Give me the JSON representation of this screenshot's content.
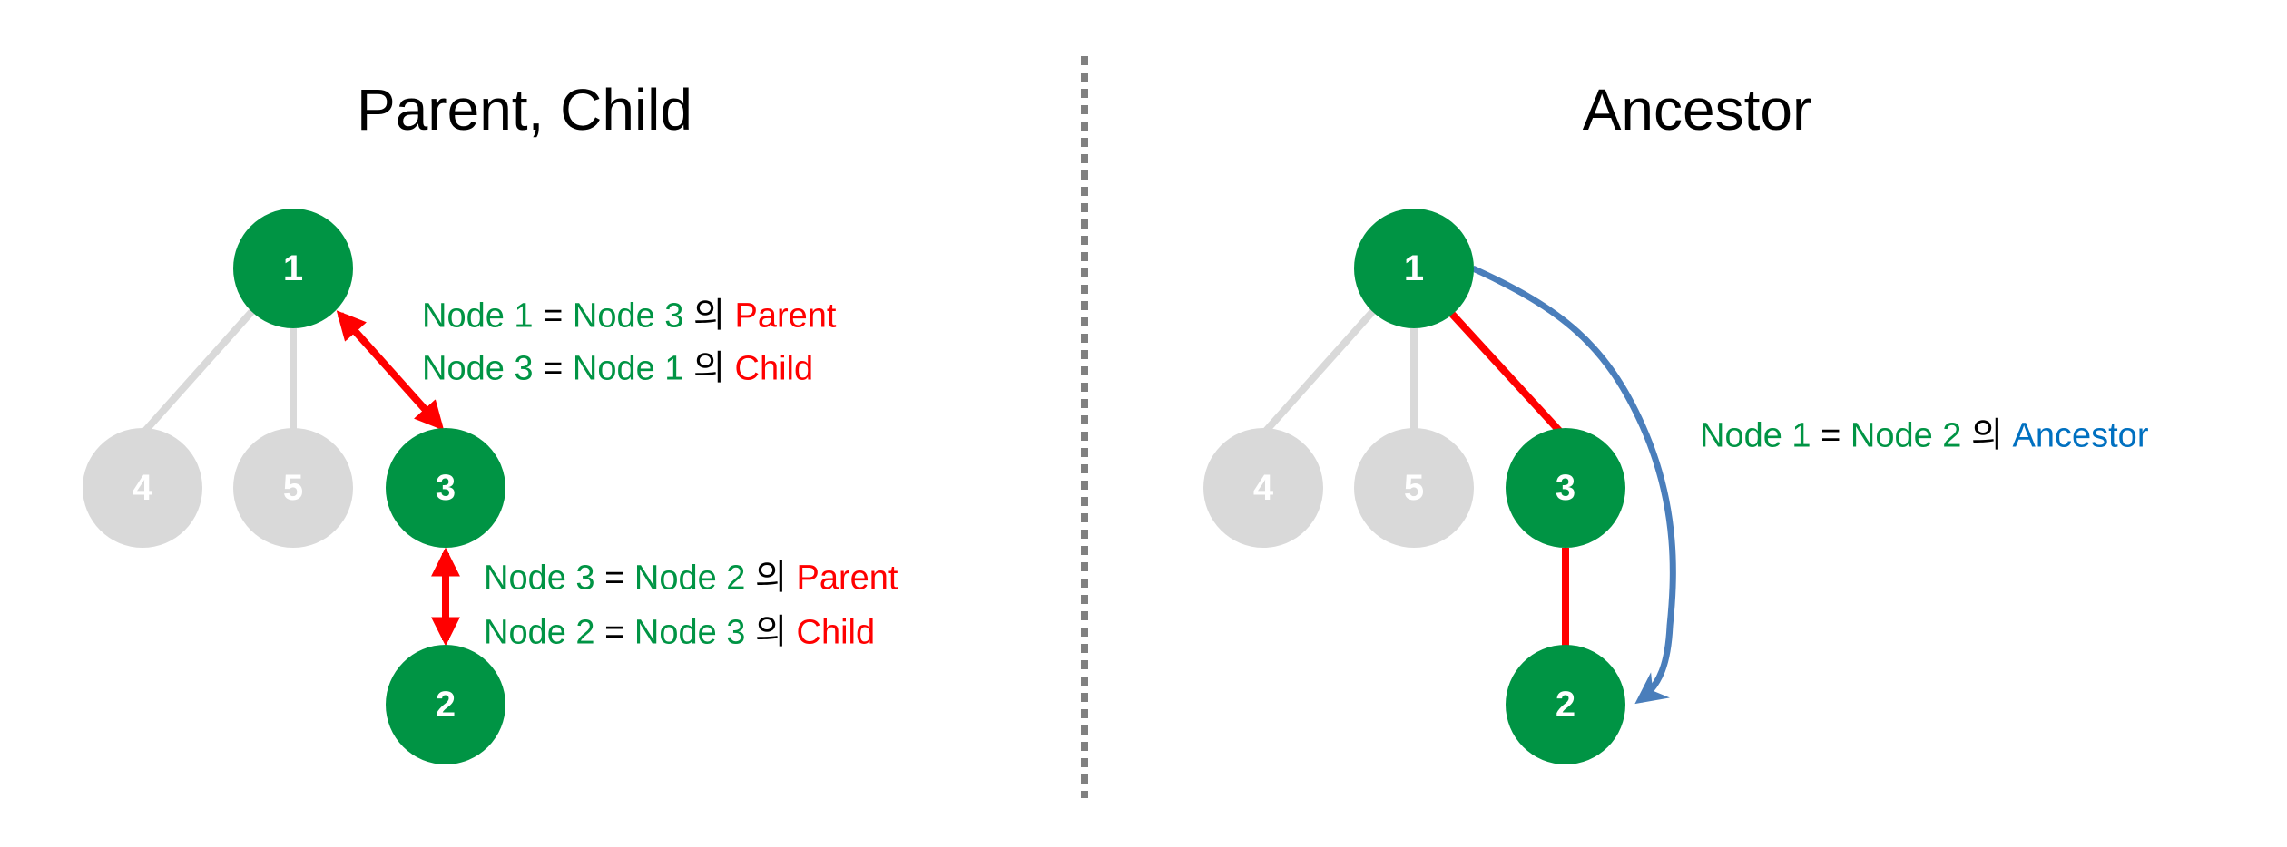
{
  "left_panel": {
    "title": "Parent, Child",
    "nodes": [
      {
        "label": "1",
        "active": true
      },
      {
        "label": "4",
        "active": false
      },
      {
        "label": "5",
        "active": false
      },
      {
        "label": "3",
        "active": true
      },
      {
        "label": "2",
        "active": true
      }
    ],
    "relations": [
      {
        "a": "Node 1",
        "eq": "=",
        "b": "Node 3",
        "of": "의",
        "role": "Parent"
      },
      {
        "a": "Node 3",
        "eq": "=",
        "b": "Node 1",
        "of": "의",
        "role": "Child"
      },
      {
        "a": "Node 3",
        "eq": "=",
        "b": "Node 2",
        "of": "의",
        "role": "Parent"
      },
      {
        "a": "Node 2",
        "eq": "=",
        "b": "Node 3",
        "of": "의",
        "role": "Child"
      }
    ]
  },
  "right_panel": {
    "title": "Ancestor",
    "nodes": [
      {
        "label": "1",
        "active": true
      },
      {
        "label": "4",
        "active": false
      },
      {
        "label": "5",
        "active": false
      },
      {
        "label": "3",
        "active": true
      },
      {
        "label": "2",
        "active": true
      }
    ],
    "relations": [
      {
        "a": "Node 1",
        "eq": "=",
        "b": "Node 2",
        "of": "의",
        "role": "Ancestor"
      }
    ]
  },
  "colors": {
    "active_node": "#009444",
    "inactive_node": "#d9d9d9",
    "relation_edge": "#ff0000",
    "inactive_edge": "#d9d9d9",
    "ancestor_arrow": "#4a7ebb",
    "divider": "#808080"
  }
}
